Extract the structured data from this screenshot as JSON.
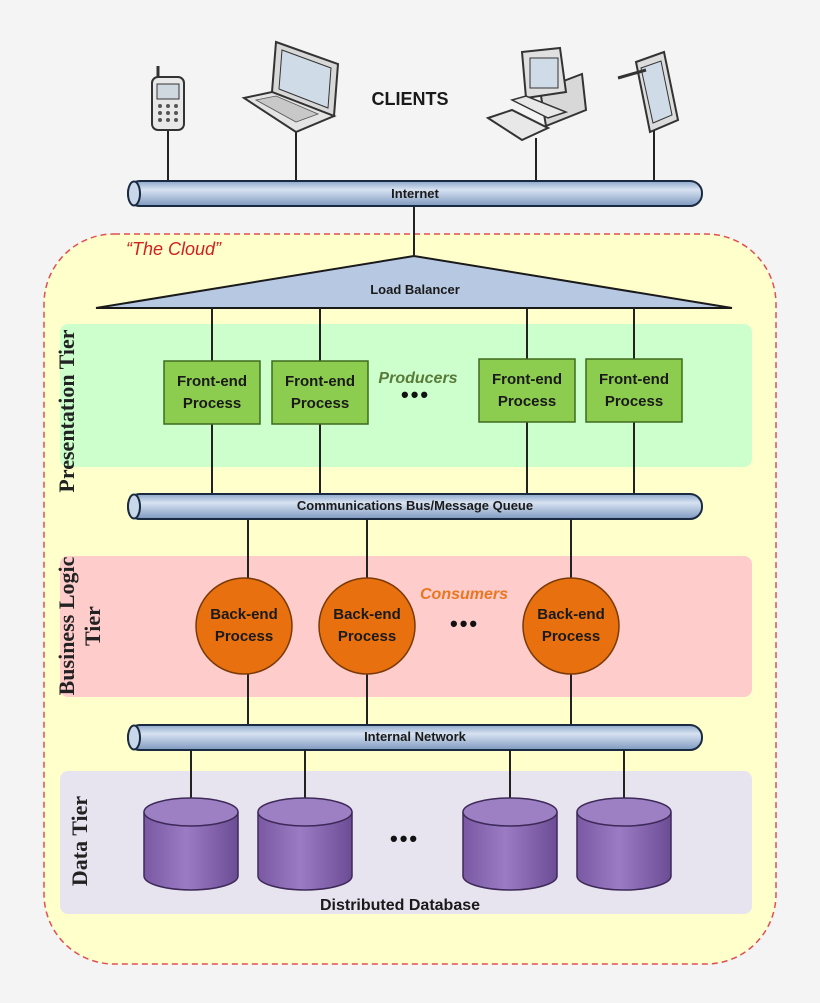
{
  "clients": {
    "title": "CLIENTS"
  },
  "buses": {
    "internet": "Internet",
    "communications": "Communications Bus/Message Queue",
    "internal": "Internal Network"
  },
  "cloud": {
    "label": "“The Cloud”"
  },
  "load_balancer": "Load Balancer",
  "tiers": {
    "presentation": "Presentation Tier",
    "business": "Business Logic Tier",
    "data": "Data Tier"
  },
  "presentation": {
    "annotation": "Producers",
    "processes": [
      "Front-end Process",
      "Front-end Process",
      "Front-end Process",
      "Front-end Process"
    ]
  },
  "business": {
    "annotation": "Consumers",
    "processes": [
      "Back-end Process",
      "Back-end Process",
      "Back-end Process"
    ]
  },
  "data": {
    "caption": "Distributed Database"
  },
  "ellipsis": "•••",
  "colors": {
    "cloud_fill": "#ffffcc",
    "cloud_border": "#e05050",
    "presentation_fill": "#ccffcc",
    "business_fill": "#ffcccc",
    "data_fill": "#e8e4ef",
    "front_end_box": "#8ccc4e",
    "back_end_circle": "#e8700f",
    "database": "#8e6bb5",
    "bus": "#b7c9e2",
    "producers_text": "#5a7a3a",
    "consumers_text": "#e87722",
    "cloud_text": "#d02020"
  }
}
